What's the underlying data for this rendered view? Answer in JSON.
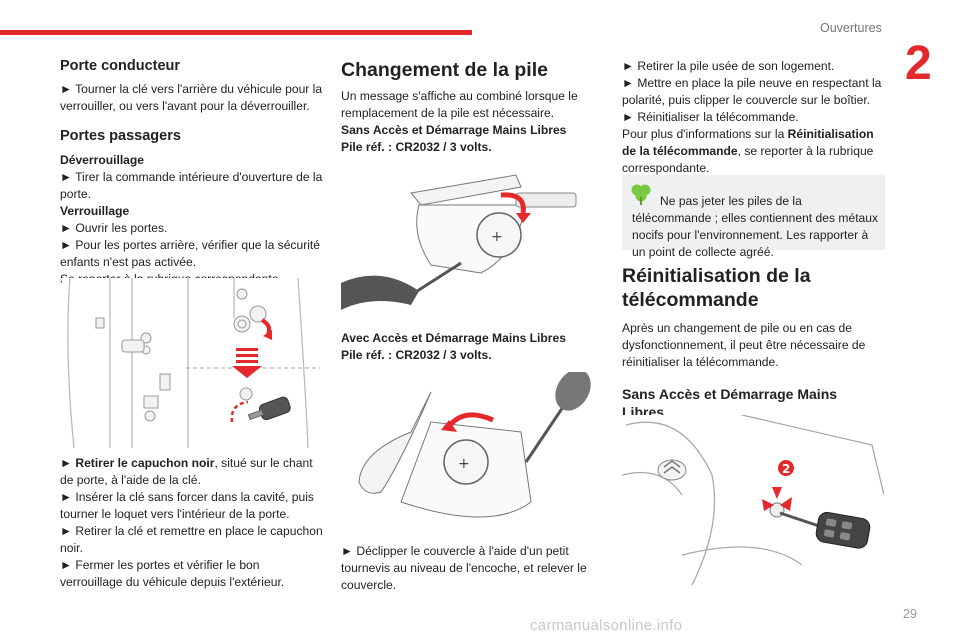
{
  "header": {
    "section": "Ouvertures",
    "chapter": "2"
  },
  "col1": {
    "h_driver": "Porte conducteur",
    "driver_text": "► Tourner la clé vers l'arrière du véhicule pour la verrouiller, ou vers l'avant pour la déverrouiller.",
    "h_passenger": "Portes passagers",
    "unlock_title": "Déverrouillage",
    "unlock_text": "► Tirer la commande intérieure d'ouverture de la porte.",
    "lock_title": "Verrouillage",
    "lock_1": "► Ouvrir les portes.",
    "lock_2": "► Pour les portes arrière, vérifier que la sécurité enfants n'est pas activée.",
    "lock_3": "Se reporter à la rubrique correspondante.",
    "step1_bold": "► Retirer le capuchon noir",
    "step1_rest": ", situé sur le chant de porte, à l'aide de la clé.",
    "step2": "► Insérer la clé sans forcer dans la cavité, puis tourner le loquet vers l'intérieur de la porte.",
    "step3": "► Retirer la clé et remettre en place le capuchon noir.",
    "step4": "► Fermer les portes et vérifier le bon verrouillage du véhicule depuis l'extérieur."
  },
  "col2": {
    "h_battery": "Changement de la pile",
    "battery_text": "Un message s'affiche au combiné lorsque le remplacement de la pile est nécessaire.",
    "without_title": "Sans Accès et Démarrage Mains Libres",
    "without_ref": "Pile réf. : CR2032 / 3 volts.",
    "with_title": "Avec Accès et Démarrage Mains Libres",
    "with_ref": "Pile réf. : CR2032 / 3 volts.",
    "unclip_text": "► Déclipper le couvercle à l'aide d'un petit tournevis au niveau de l'encoche, et relever le couvercle."
  },
  "col3": {
    "step_remove": "► Retirer la pile usée de son logement.",
    "step_insert": "► Mettre en place la pile neuve en respectant la polarité, puis clipper le couvercle sur le boîtier.",
    "step_reinit": "► Réinitialiser la télécommande.",
    "more_pre": "Pour plus d'informations sur la ",
    "more_bold": "Réinitialisation de la télécommande",
    "more_post": ", se reporter à la rubrique correspondante.",
    "note_text": "Ne pas jeter les piles de la télécommande ; elles contiennent des métaux nocifs pour l'environnement. Les rapporter à un point de collecte agréé.",
    "h_reinit": "Réinitialisation de la télécommande",
    "reinit_text": "Après un changement de pile ou en cas de dysfonctionnement, il peut être nécessaire de réinitialiser la télécommande.",
    "h_without": "Sans Accès et Démarrage Mains Libres",
    "marker_2": "2"
  },
  "footer": {
    "page_number": "29"
  },
  "watermark": "carmanualsonline.info",
  "colors": {
    "accent": "#e4282b",
    "note_bg": "#eef0f2",
    "eco_green": "#7ac943"
  }
}
